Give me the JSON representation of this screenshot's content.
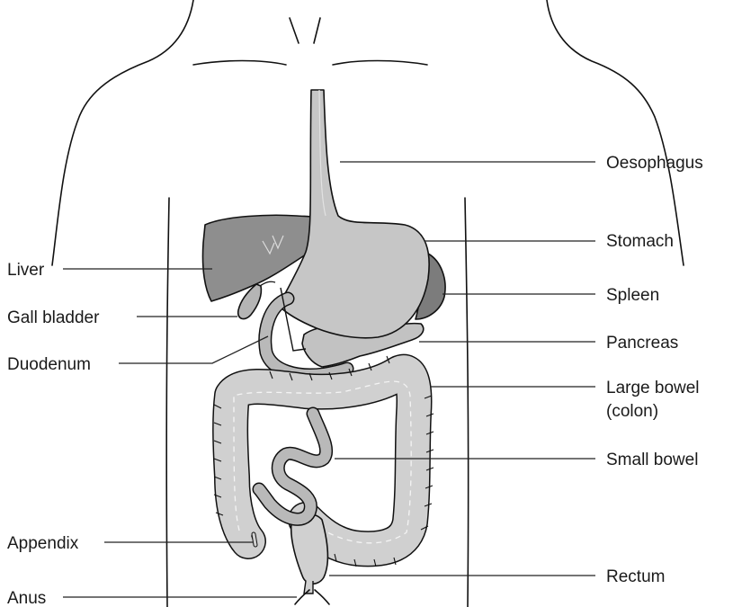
{
  "diagram": {
    "labels": {
      "oesophagus": "Oesophagus",
      "stomach": "Stomach",
      "spleen": "Spleen",
      "pancreas": "Pancreas",
      "large_bowel_line1": "Large bowel",
      "large_bowel_line2": "(colon)",
      "small_bowel": "Small bowel",
      "rectum": "Rectum",
      "liver": "Liver",
      "gall_bladder": "Gall bladder",
      "duodenum": "Duodenum",
      "appendix": "Appendix",
      "anus": "Anus"
    },
    "colors": {
      "liver": "#8e8e8e",
      "spleen": "#7c7c7c",
      "stomach": "#c6c6c6",
      "pancreas": "#c2c2c2",
      "colon": "#d0d0d0",
      "small_bowel": "#b9b9b9",
      "outline": "#111111"
    }
  }
}
